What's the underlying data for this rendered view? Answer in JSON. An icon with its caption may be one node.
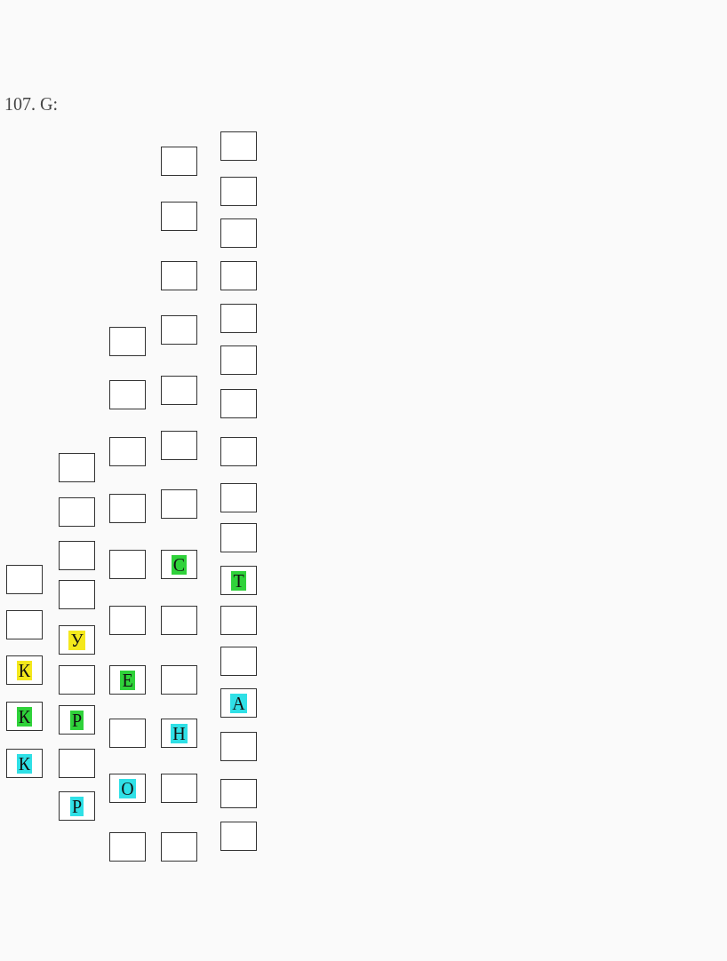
{
  "diagram": {
    "title": "107. G:",
    "nodes": [
      {
        "text": [],
        "shape": "box"
      },
      {
        "text": [],
        "shape": "box"
      },
      {
        "text": [
          "К"
        ]
      },
      {
        "text": [
          "К"
        ]
      },
      {
        "text": [
          "К"
        ]
      },
      {
        "text": [],
        "shape": "box"
      },
      {
        "text": [],
        "shape": "box"
      },
      {
        "text": [],
        "shape": "box"
      },
      {
        "text": [],
        "shape": "box"
      },
      {
        "text": [
          "У"
        ]
      },
      {
        "text": [],
        "shape": "box"
      },
      {
        "text": [
          "Р"
        ]
      },
      {
        "text": [],
        "shape": "box"
      },
      {
        "text": [
          "Р"
        ]
      },
      {
        "text": [],
        "shape": "box"
      },
      {
        "text": [],
        "shape": "box"
      },
      {
        "text": [],
        "shape": "box"
      },
      {
        "text": [],
        "shape": "box"
      },
      {
        "text": [],
        "shape": "box"
      },
      {
        "text": [],
        "shape": "box"
      },
      {
        "text": [
          "Е"
        ]
      },
      {
        "text": [],
        "shape": "box"
      },
      {
        "text": [
          "О"
        ]
      },
      {
        "text": [],
        "shape": "box"
      },
      {
        "text": [],
        "shape": "box"
      },
      {
        "text": [],
        "shape": "box"
      },
      {
        "text": [],
        "shape": "box"
      },
      {
        "text": [],
        "shape": "box"
      },
      {
        "text": [],
        "shape": "box"
      },
      {
        "text": [],
        "shape": "box"
      },
      {
        "text": [],
        "shape": "box"
      },
      {
        "text": [
          "С"
        ]
      },
      {
        "text": [],
        "shape": "box"
      },
      {
        "text": [],
        "shape": "box"
      },
      {
        "text": [
          "Н"
        ]
      },
      {
        "text": [],
        "shape": "box"
      },
      {
        "text": [],
        "shape": "box"
      },
      {
        "text": [],
        "shape": "box"
      },
      {
        "text": [],
        "shape": "box"
      },
      {
        "text": [],
        "shape": "box"
      },
      {
        "text": [],
        "shape": "box"
      },
      {
        "text": [],
        "shape": "box"
      },
      {
        "text": [],
        "shape": "box"
      },
      {
        "text": [],
        "shape": "box"
      },
      {
        "text": [],
        "shape": "box"
      },
      {
        "text": [],
        "shape": "box"
      },
      {
        "text": [],
        "shape": "box"
      },
      {
        "text": [
          "Т"
        ]
      },
      {
        "text": [],
        "shape": "box"
      },
      {
        "text": [],
        "shape": "box"
      },
      {
        "text": [
          "А"
        ]
      },
      {
        "text": [],
        "shape": "box"
      },
      {
        "text": [],
        "shape": "box"
      },
      {
        "text": [],
        "shape": "box"
      }
    ]
  }
}
